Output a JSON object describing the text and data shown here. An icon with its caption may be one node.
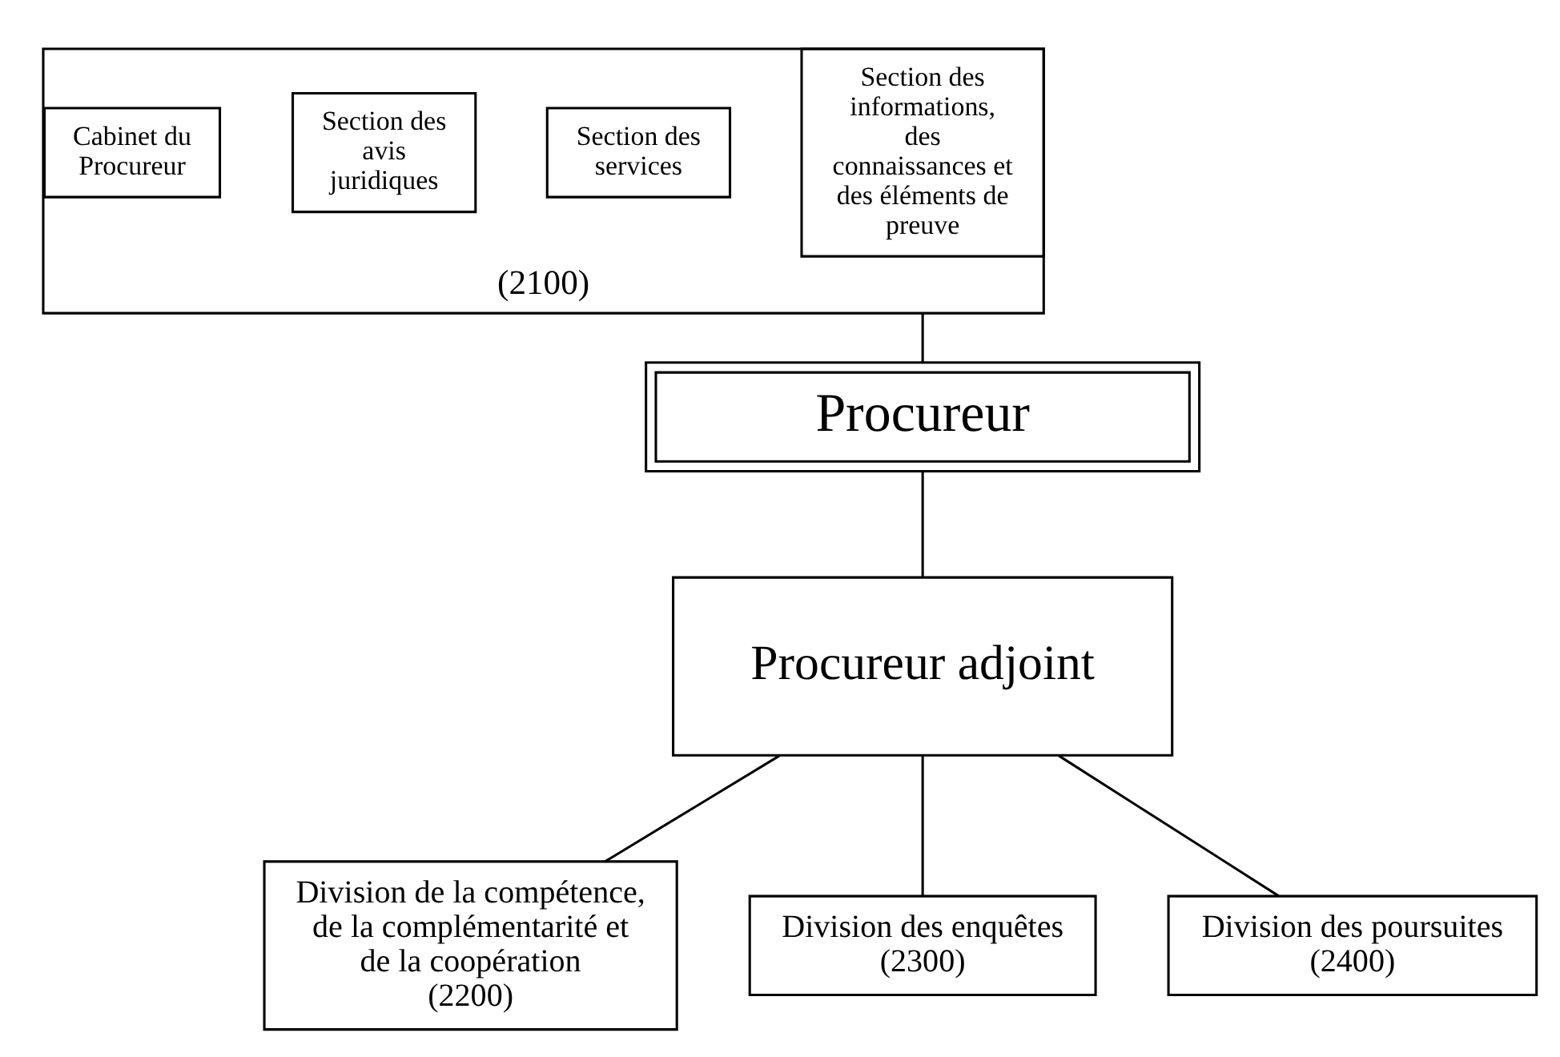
{
  "diagram": {
    "nodes": [
      {
        "text": [
          "Procureur"
        ]
      },
      {
        "text": [
          "(2100)"
        ]
      },
      {
        "text": [
          "Cabinet du Procureur"
        ],
        "in": 1
      },
      {
        "text": [
          "Section des avis juridiques"
        ],
        "in": 1
      },
      {
        "text": [
          "Section des services"
        ],
        "in": 1
      },
      {
        "text": [
          "Section des informations, des connaissances et des éléments de preuve"
        ],
        "in": 1
      },
      {
        "text": [
          "Procureur adjoint"
        ]
      },
      {
        "text": [
          "Division de la compétence, de la complémentarité et de la coopération",
          "(2200)"
        ]
      },
      {
        "text": [
          "Division des enquêtes",
          "(2300)"
        ]
      },
      {
        "text": [
          "Division des poursuites",
          "(2400)"
        ]
      }
    ],
    "edges": [
      {
        "from": 0,
        "to": 1,
        "arrow": "none"
      },
      {
        "from": 0,
        "to": 6,
        "arrow": "none"
      },
      {
        "from": 6,
        "to": 7,
        "arrow": "none"
      },
      {
        "from": 6,
        "to": 8,
        "arrow": "none"
      },
      {
        "from": 6,
        "to": 9,
        "arrow": "none"
      }
    ]
  }
}
